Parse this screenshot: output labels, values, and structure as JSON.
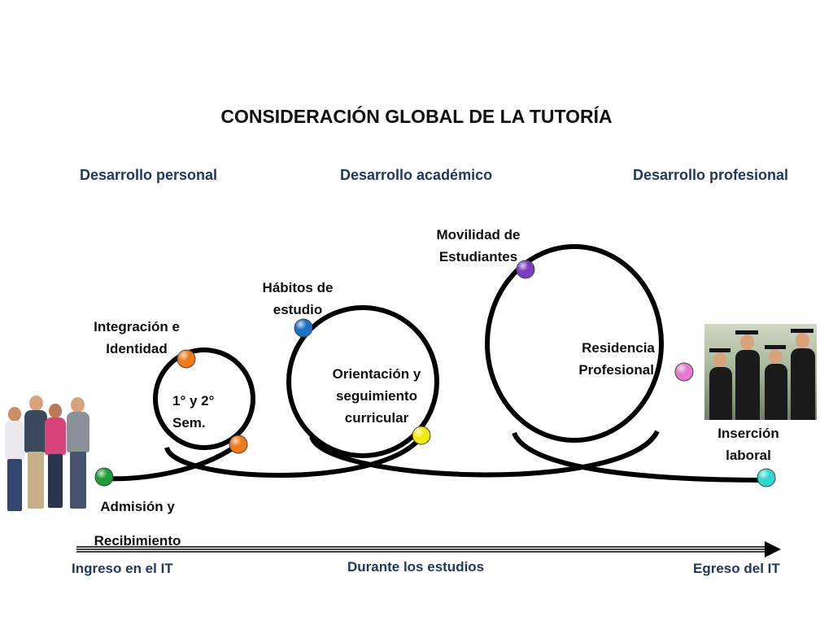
{
  "title": "CONSIDERACIÓN  GLOBAL  DE  LA TUTORÍA",
  "phases": {
    "personal": "Desarrollo  personal",
    "academic": "Desarrollo académico",
    "professional": "Desarrollo profesional"
  },
  "stages": {
    "entry": "Ingreso en el IT",
    "during": "Durante los estudios",
    "exit": "Egreso del IT"
  },
  "milestones": {
    "admission": [
      "Admisión y",
      "Recibimiento"
    ],
    "integration": [
      "Integración e",
      "Identidad"
    ],
    "semesters": [
      "1° y 2°",
      "Sem."
    ],
    "habits": [
      "Hábitos de",
      "estudio"
    ],
    "orientation": [
      "Orientación y",
      "seguimiento",
      "curricular"
    ],
    "mobility": [
      "Movilidad de",
      "Estudiantes"
    ],
    "residency": [
      "Residencia",
      "Profesional,"
    ],
    "insertion": [
      "Inserción",
      "laboral"
    ]
  },
  "colors": {
    "phase_text": "#1f3864",
    "dot_admission": "#1e9e3a",
    "dot_integration": "#f07a1a",
    "dot_semesters": "#f07a1a",
    "dot_habits": "#1f6fc4",
    "dot_orientation": "#f2ea0c",
    "dot_mobility": "#7a3cc0",
    "dot_residency": "#e67ad0",
    "dot_insertion": "#2fd9cf"
  }
}
